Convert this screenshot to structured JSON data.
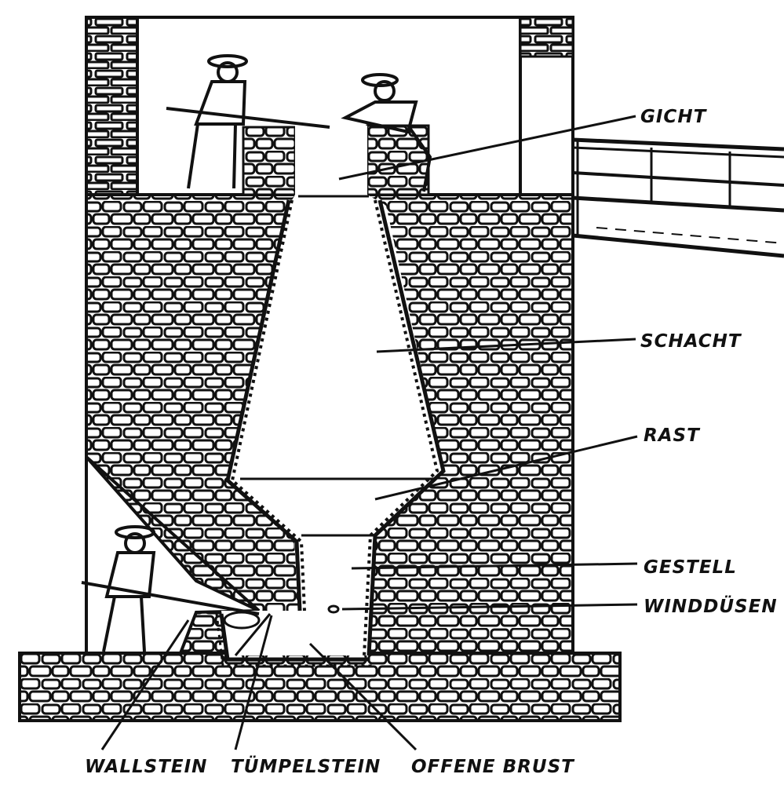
{
  "diagram": {
    "labels": {
      "gicht": "GICHT",
      "schacht": "SCHACHT",
      "rast": "RAST",
      "gestell": "GESTELL",
      "winddusen": "WINDDÜSEN",
      "wallstein": "WALLSTEIN",
      "tumpelstein": "TÜMPELSTEIN",
      "offene_brust": "OFFENE BRUST"
    }
  },
  "colors": {
    "ink": "#111111",
    "paper": "#ffffff"
  }
}
